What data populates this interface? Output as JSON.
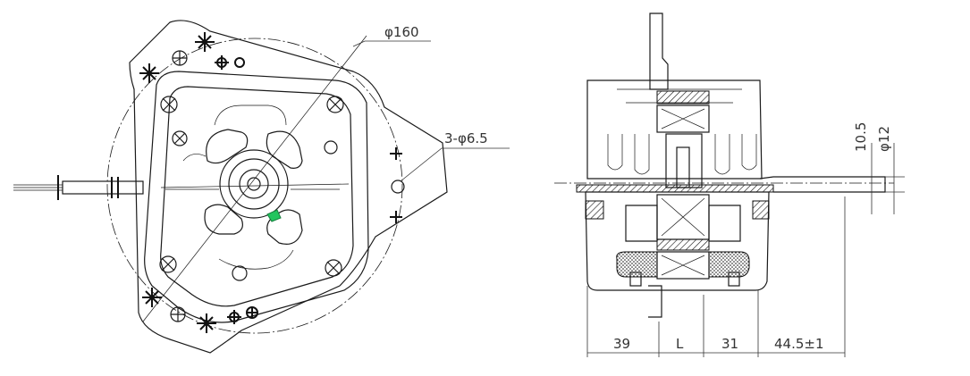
{
  "diagram": {
    "front_view": {
      "diameter_label": "φ160",
      "hole_label": "3-φ6.5",
      "accent_color": "#22c55e"
    },
    "side_view": {
      "dimensions_bottom": [
        "39",
        "L",
        "31",
        "44.5±1"
      ],
      "dimension_right_a": "10.5",
      "dimension_right_b": "φ12"
    }
  }
}
